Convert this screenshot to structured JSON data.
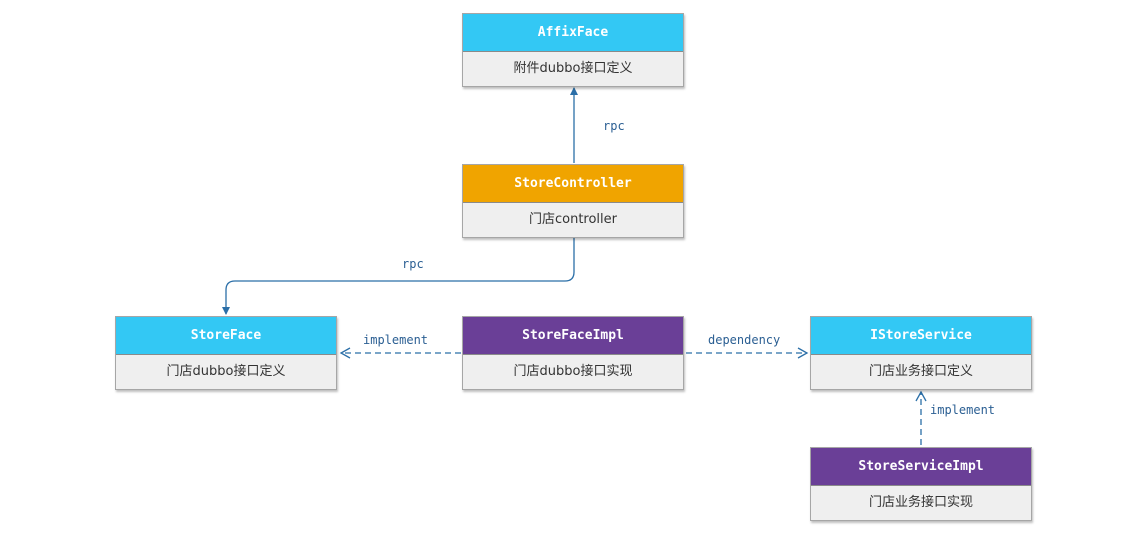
{
  "colors": {
    "interface": "#33c8f4",
    "controller": "#f0a400",
    "impl": "#6a3f97",
    "edge": "#2b6fa8",
    "box_fill": "#efefef"
  },
  "nodes": {
    "affix_face": {
      "title": "AffixFace",
      "desc": "附件dubbo接口定义"
    },
    "store_controller": {
      "title": "StoreController",
      "desc": "门店controller"
    },
    "store_face": {
      "title": "StoreFace",
      "desc": "门店dubbo接口定义"
    },
    "store_face_impl": {
      "title": "StoreFaceImpl",
      "desc": "门店dubbo接口实现"
    },
    "istore_service": {
      "title": "IStoreService",
      "desc": "门店业务接口定义"
    },
    "store_service_impl": {
      "title": "StoreServiceImpl",
      "desc": "门店业务接口实现"
    }
  },
  "edges": {
    "controller_to_affix": {
      "label": "rpc",
      "style": "solid"
    },
    "controller_to_storeface": {
      "label": "rpc",
      "style": "solid"
    },
    "faceimpl_to_storeface": {
      "label": "implement",
      "style": "dashed"
    },
    "faceimpl_to_istoreservice": {
      "label": "dependency",
      "style": "dashed"
    },
    "serviceimpl_to_istoreservice": {
      "label": "implement",
      "style": "dashed"
    }
  }
}
